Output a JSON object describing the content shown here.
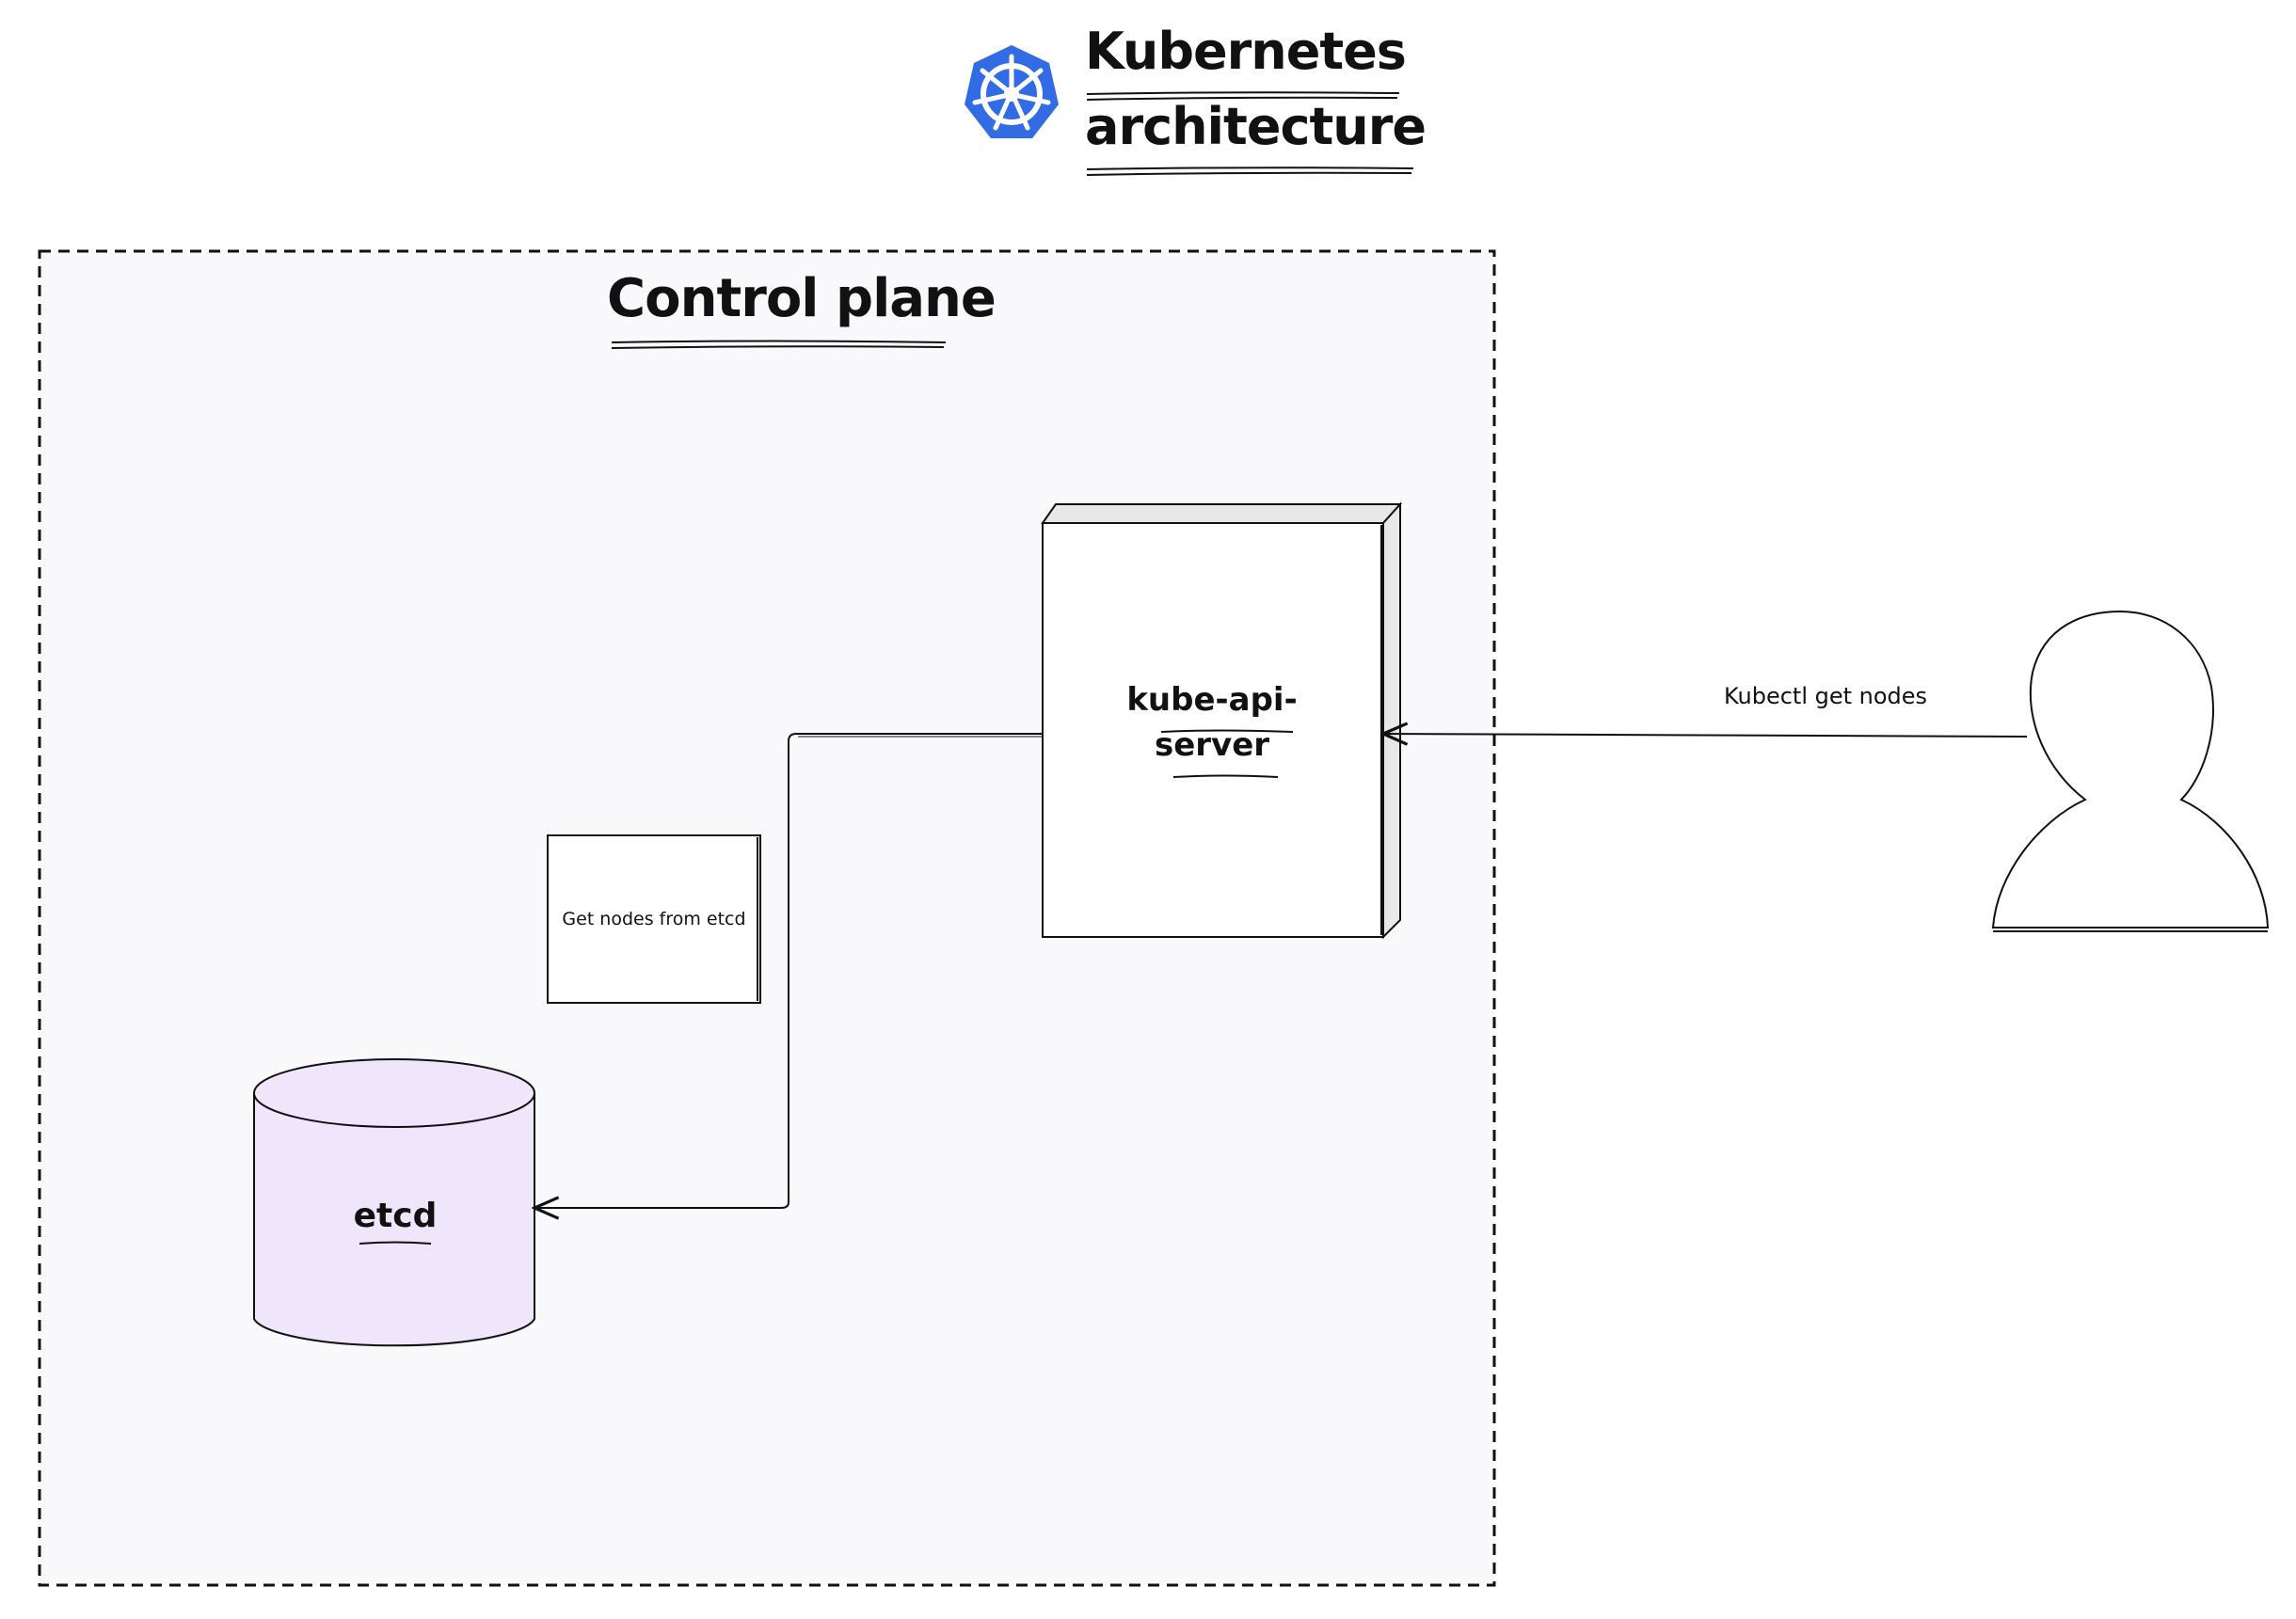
{
  "diagram": {
    "title_line_1": "Kubernetes",
    "title_line_2": "architecture",
    "logo_icon": "kubernetes-helm-icon",
    "logo_color": "#326ce5",
    "control_plane": {
      "label": "Control plane",
      "fill": "#f9f9fb"
    },
    "api_server": {
      "label_line_1": "kube-api-",
      "label_line_2": "server"
    },
    "note": {
      "text": "Get nodes from etcd"
    },
    "etcd": {
      "label": "etcd",
      "fill": "#efe6fb"
    },
    "user_icon": "user-icon",
    "edges": [
      {
        "label": "Kubectl get nodes"
      }
    ]
  }
}
